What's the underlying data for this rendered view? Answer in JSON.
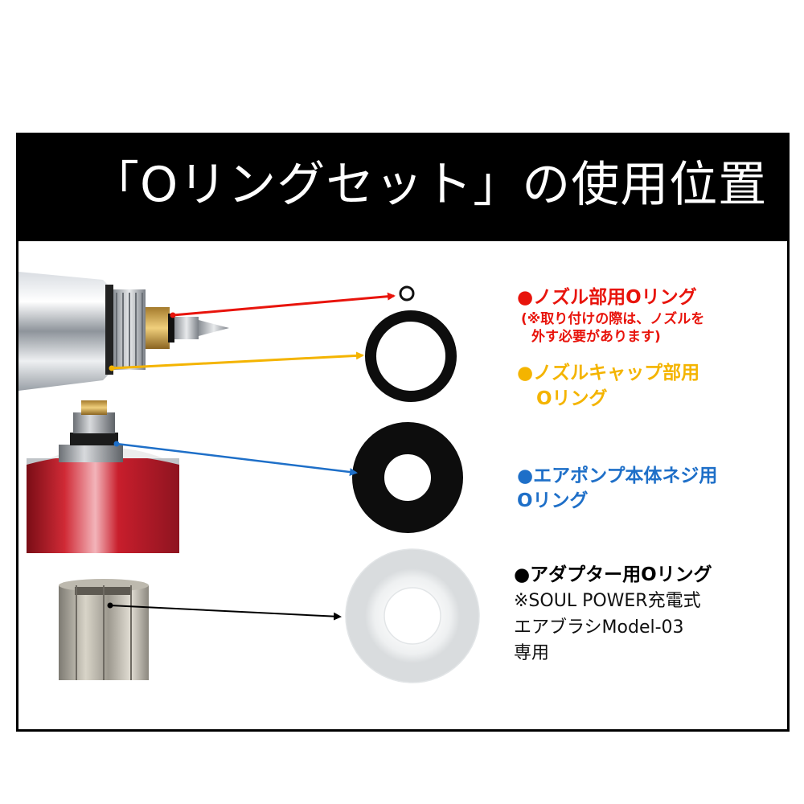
{
  "header": {
    "title": "「Oリングセット」の使用位置"
  },
  "labels": {
    "nozzle": {
      "title": "●ノズル部用Oリング",
      "note_line1": "(※取り付けの際は、ノズルを",
      "note_line2": "外す必要があります)"
    },
    "nozzle_cap": {
      "line1": "●ノズルキャップ部用",
      "line2": "Oリング"
    },
    "air_pump": {
      "line1": "●エアポンプ本体ネジ用",
      "line2": "Oリング"
    },
    "adapter": {
      "title": "●アダプター用Oリング",
      "line1": "※SOUL POWER充電式",
      "line2": "エアブラシModel-03",
      "line3": "専用"
    }
  },
  "colors": {
    "nozzle": "#e8140c",
    "nozzle_cap": "#f4b400",
    "air_pump": "#1e6fc8",
    "adapter": "#000000",
    "header_bg": "#000000",
    "header_text": "#ffffff"
  },
  "icons": {
    "airbrush": "airbrush-photo",
    "air_pump": "red-pump-tank-photo",
    "adapter": "metal-adapter-photo",
    "o_rings": [
      "small-black-o-ring",
      "medium-black-o-ring",
      "thick-black-o-ring",
      "white-clear-o-ring"
    ]
  }
}
